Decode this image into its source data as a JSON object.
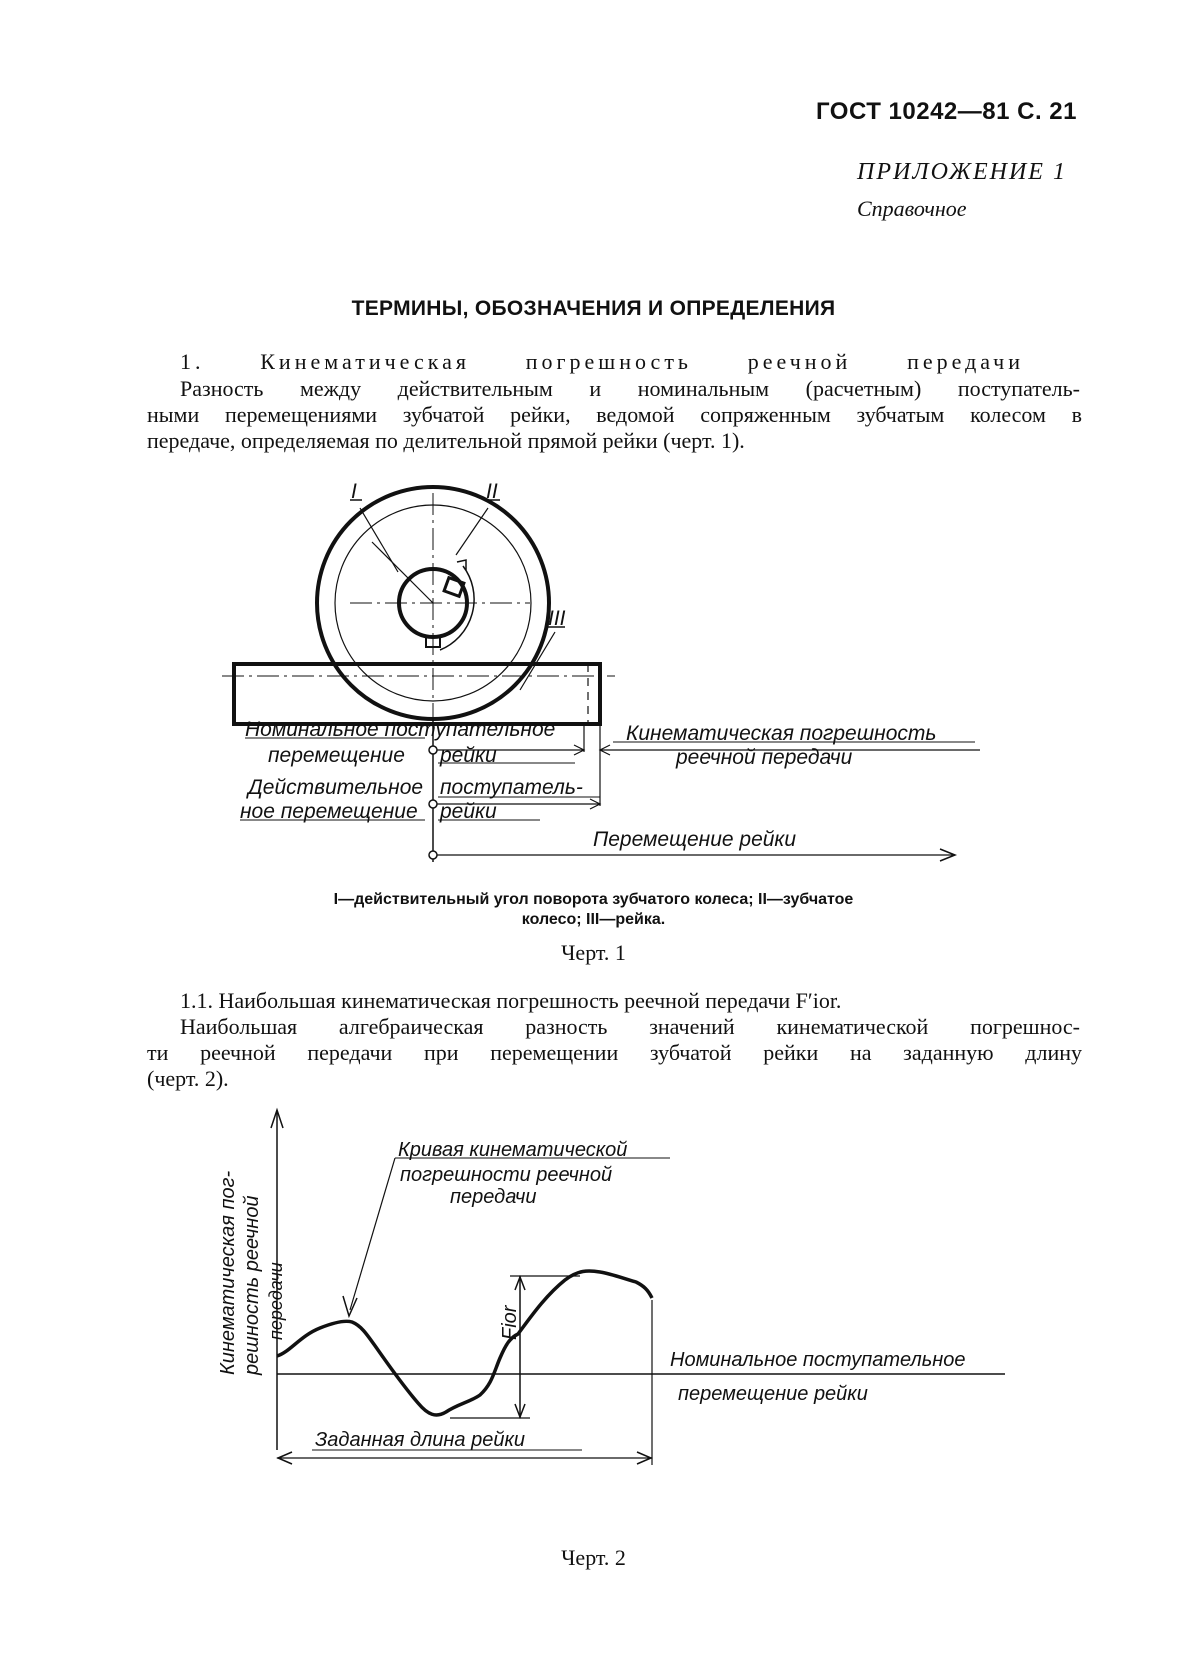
{
  "header": {
    "gost": "ГОСТ 10242—81 С. 21",
    "appendix": "ПРИЛОЖЕНИЕ 1",
    "appendix_type": "Справочное"
  },
  "title": "ТЕРМИНЫ, ОБОЗНАЧЕНИЯ И ОПРЕДЕЛЕНИЯ",
  "section1": {
    "heading": "1. Кинематическая погрешность реечной передачи",
    "lines": [
      "Разность между действительным и номинальным (расчетным) поступатель-",
      "ными перемещениями зубчатой рейки, ведомой сопряженным зубчатым колесом в",
      "передаче, определяемая по делительной прямой рейки (черт. 1)."
    ]
  },
  "figure1": {
    "labels": {
      "roman1": "I",
      "roman2": "II",
      "roman3": "III",
      "nominal_1": "Номинальное поступательное",
      "nominal_2": "перемещение",
      "nominal_3": "рейки",
      "kin_1": "Кинематическая погрешность",
      "kin_2": "реечной передачи",
      "actual_1": "Действительное",
      "actual_2": "ное перемещение",
      "actual_3": "поступатель-",
      "actual_4": "рейки",
      "move": "Перемещение рейки"
    },
    "caption_1": "I—действительный угол поворота зубчатого колеса; II—зубчатое",
    "caption_2": "колесо; III—рейка.",
    "chert": "Черт. 1"
  },
  "section11": {
    "heading": "1.1. Наибольшая кинематическая погрешность реечной передачи F′ior.",
    "lines": [
      "Наибольшая алгебраическая разность значений кинематической погрешнос-",
      "ти реечной передачи при перемещении зубчатой рейки на заданную длину",
      "(черт. 2)."
    ]
  },
  "figure2": {
    "labels": {
      "yaxis_1": "Кинематическая пог-",
      "yaxis_2": "решность реечной",
      "yaxis_3": "передачи",
      "curve_1": "Кривая кинематической",
      "curve_2": "погрешности реечной",
      "curve_3": "передачи",
      "fior": "Fior",
      "nominal_1": "Номинальное поступательное",
      "nominal_2": "перемещение рейки",
      "length": "Заданная длина рейки"
    },
    "chert": "Черт. 2"
  }
}
